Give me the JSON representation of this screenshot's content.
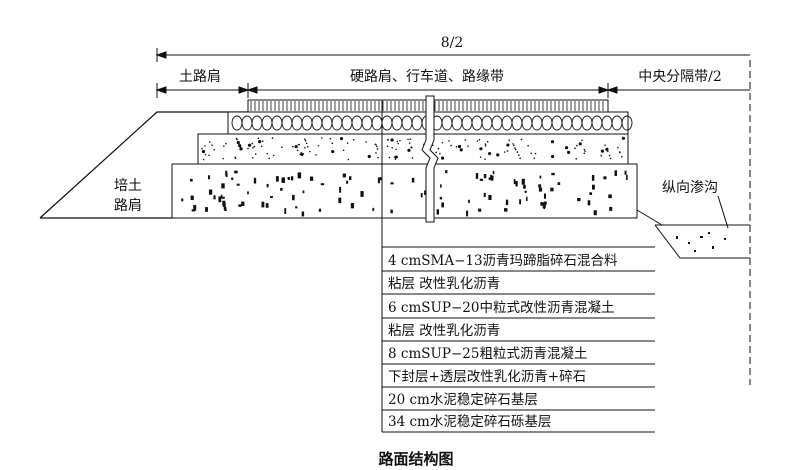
{
  "dimensions": {
    "half_width": "8/2",
    "soil_shoulder": "土路肩",
    "hard_shoulder_lanes": "硬路肩、行车道、路缘带",
    "median": "中央分隔带/2"
  },
  "side_labels": {
    "embankment_line1": "培土",
    "embankment_line2": "路肩",
    "drain": "纵向渗沟"
  },
  "layers": [
    "4 cmSMA−13沥青玛蹄脂碎石混合料",
    "粘层  改性乳化沥青",
    "6 cmSUP−20中粒式改性沥青混凝土",
    "粘层  改性乳化沥青",
    "8 cmSUP−25粗粒式沥青混凝土",
    "下封层+透层改性乳化沥青+碎石",
    "20 cm水泥稳定碎石基层",
    "34 cm水泥稳定碎石砾基层"
  ],
  "caption": "路面结构图"
}
